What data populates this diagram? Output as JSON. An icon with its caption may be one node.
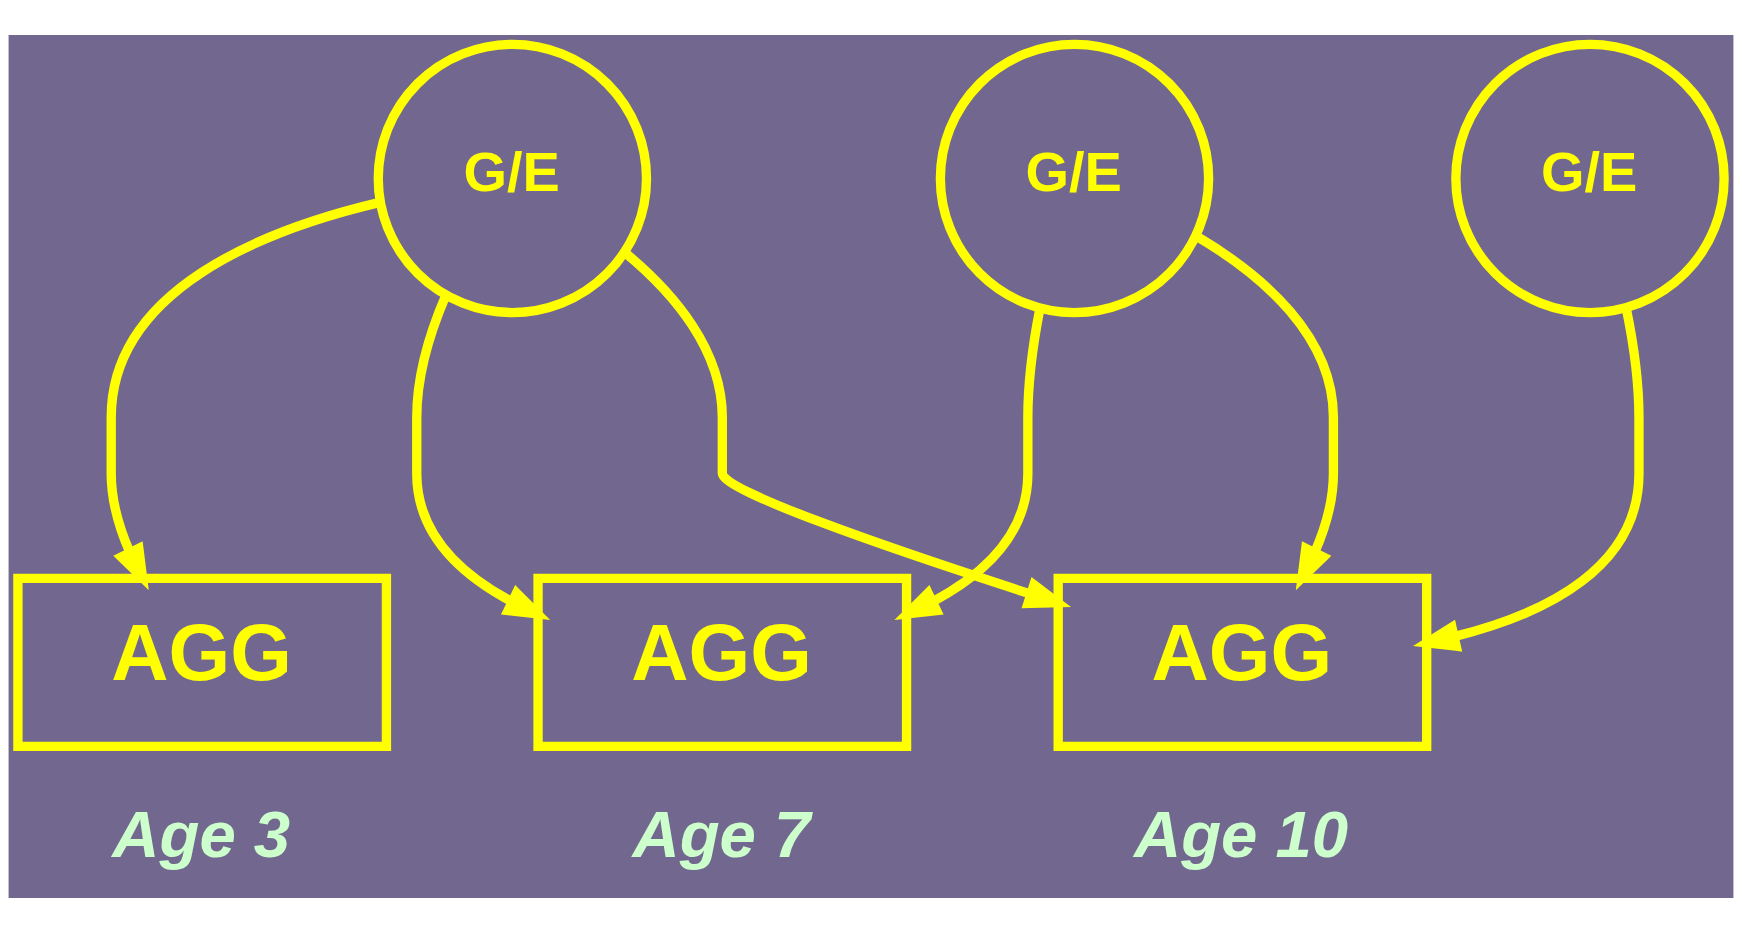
{
  "diagram": {
    "nodes": [
      {
        "text": [
          "G/E"
        ]
      },
      {
        "text": [
          "G/E"
        ]
      },
      {
        "text": [
          "G/E"
        ]
      },
      {
        "text": [
          "AGG"
        ],
        "beside": [
          "Age 3"
        ]
      },
      {
        "text": [
          "AGG"
        ],
        "beside": [
          "Age 7"
        ]
      },
      {
        "text": [
          "AGG"
        ],
        "beside": [
          "Age 10"
        ]
      }
    ],
    "edges": [
      {
        "from": 0,
        "to": 3,
        "arrow": "to"
      },
      {
        "from": 0,
        "to": 4,
        "arrow": "to"
      },
      {
        "from": 0,
        "to": 5,
        "arrow": "to"
      },
      {
        "from": 1,
        "to": 4,
        "arrow": "to"
      },
      {
        "from": 1,
        "to": 5,
        "arrow": "to"
      },
      {
        "from": 2,
        "to": 5,
        "arrow": "to"
      }
    ]
  }
}
